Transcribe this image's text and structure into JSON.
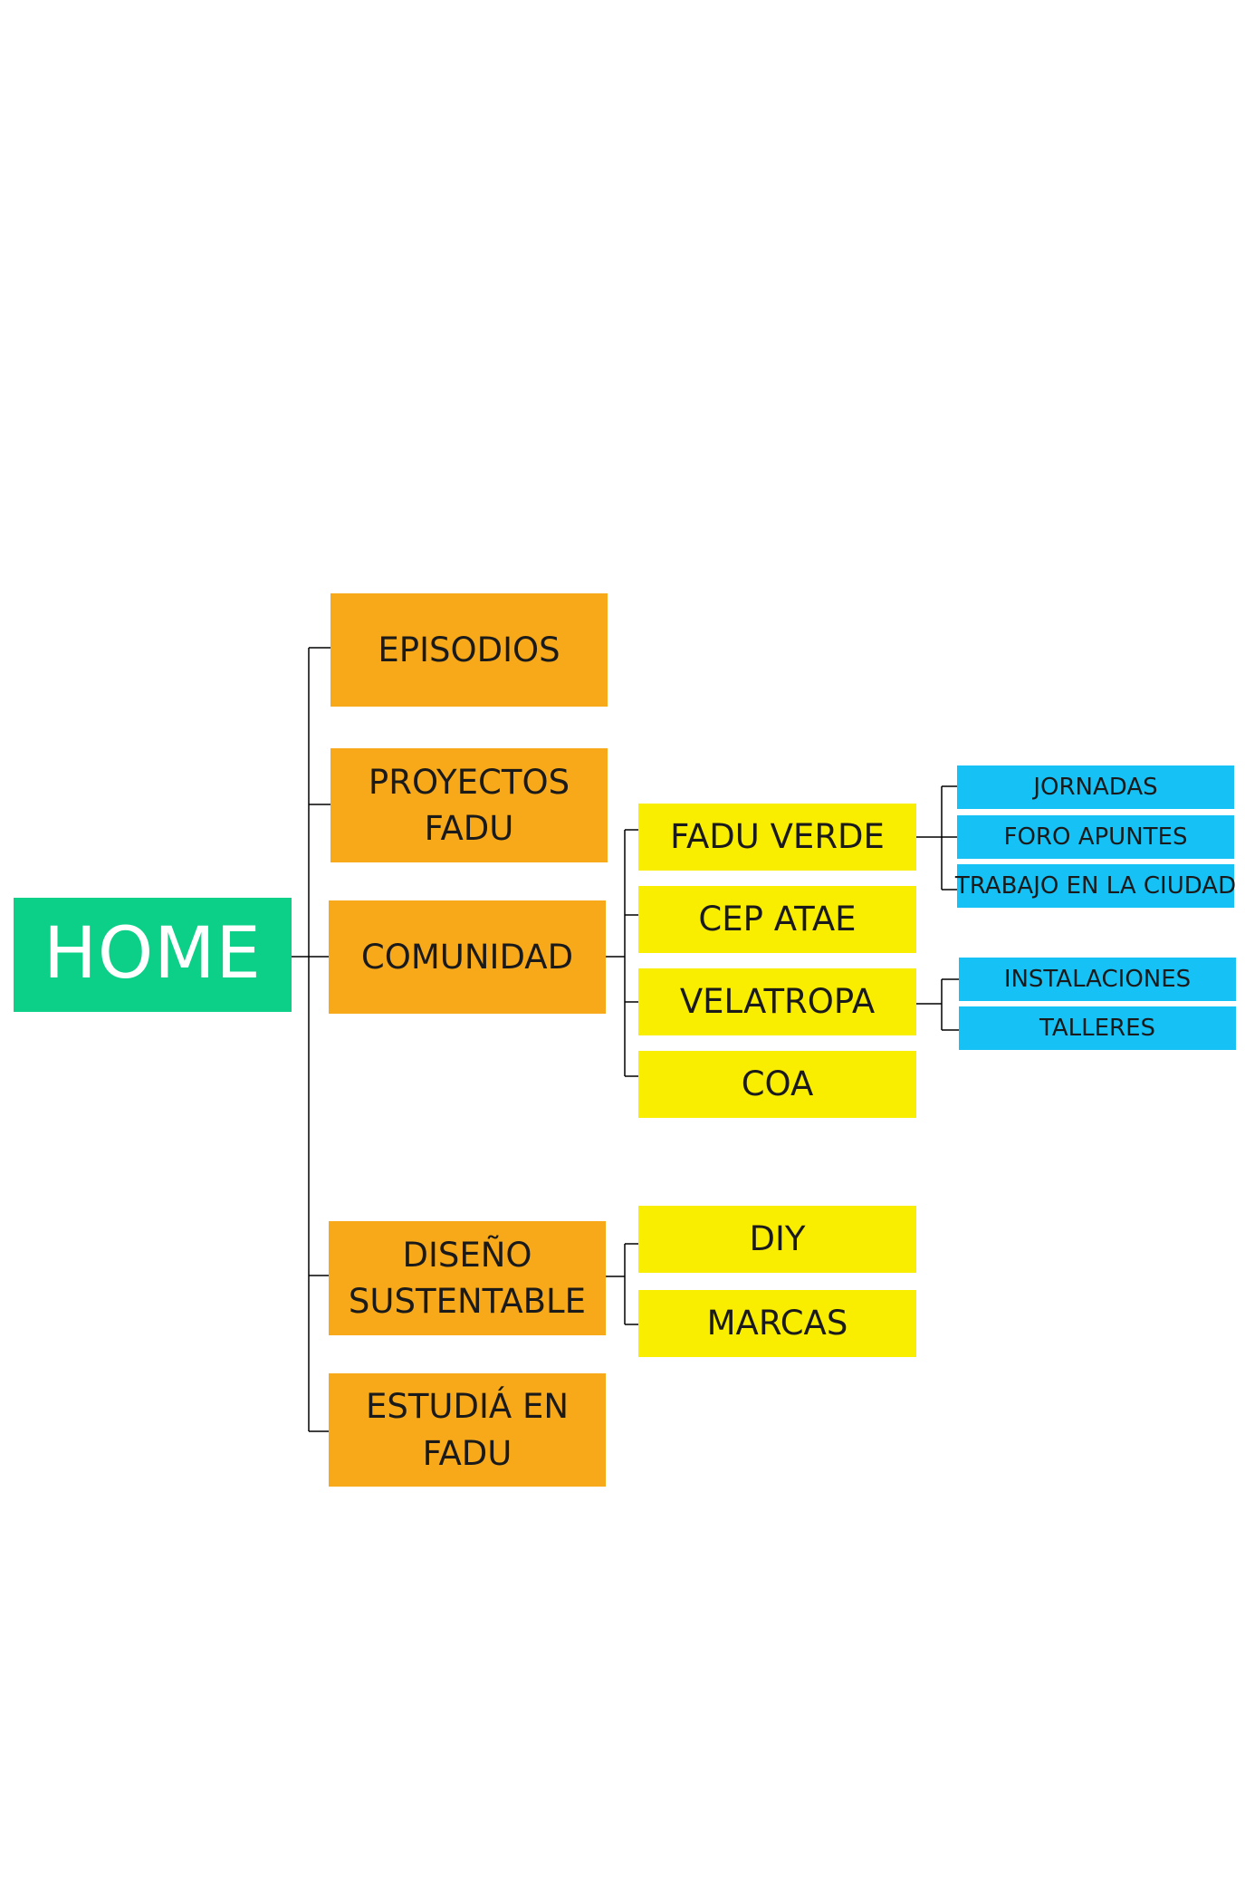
{
  "sitemap": {
    "home": "HOME",
    "sections": {
      "episodios": "EPISODIOS",
      "proyectos": "PROYECTOS\nFADU",
      "comunidad": "COMUNIDAD",
      "diseno": "DISEÑO\nSUSTENTABLE",
      "estudia": "ESTUDIÁ EN\nFADU"
    },
    "comunidad_children": {
      "faduverde": "FADU VERDE",
      "cepataae": "CEP ATAE",
      "velatropa": "VELATROPA",
      "coa": "COA"
    },
    "diseno_children": {
      "diy": "DIY",
      "marcas": "MARCAS"
    },
    "faduverde_children": {
      "jornadas": "JORNADAS",
      "foro": "FORO APUNTES",
      "trabajo": "TRABAJO EN LA CIUDAD"
    },
    "velatropa_children": {
      "instalaciones": "INSTALACIONES",
      "talleres": "TALLERES"
    }
  },
  "colors": {
    "root": "#0ccf88",
    "level1": "#f7a919",
    "level2": "#f9ed00",
    "level3": "#16c1f6",
    "connector": "#000000"
  }
}
